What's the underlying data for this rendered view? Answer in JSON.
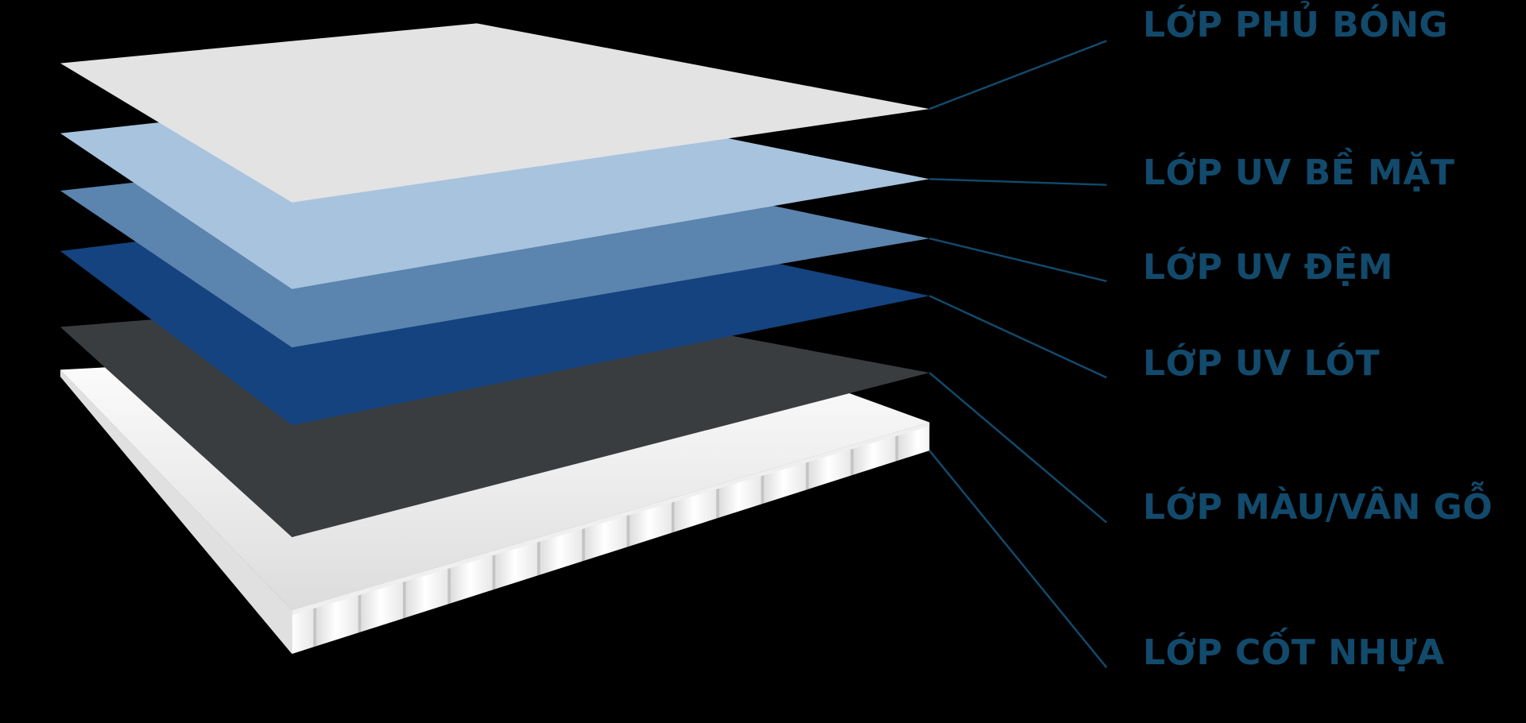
{
  "diagram": {
    "type": "exploded-layer-stack",
    "background": "#000000",
    "label_color": "#124a6c",
    "leader_color": "#124a6c",
    "layers": [
      {
        "id": "gloss",
        "label": "LỚP PHỦ BÓNG",
        "color": "#e3e3e3"
      },
      {
        "id": "uv-surface",
        "label": "LỚP UV BỀ MẶT",
        "color": "#a8c3de"
      },
      {
        "id": "uv-buffer",
        "label": "LỚP UV ĐỆM",
        "color": "#5b84ae"
      },
      {
        "id": "uv-primer",
        "label": "LỚP UV LÓT",
        "color": "#14437f"
      },
      {
        "id": "color-woodgrain",
        "label": "LỚP MÀU/VÂN GỖ",
        "color": "#3a3d3f"
      },
      {
        "id": "plastic-core",
        "label": "LỚP CỐT NHỰA",
        "color": "#f4f4f4"
      }
    ]
  }
}
